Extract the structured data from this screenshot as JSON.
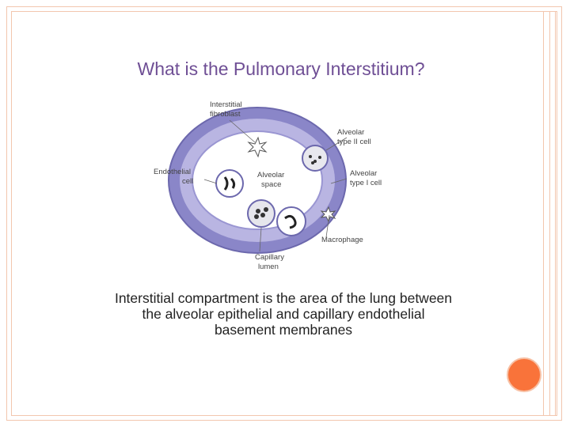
{
  "slide": {
    "title": "What is the Pulmonary Interstitium?",
    "body_lines": [
      "Interstitial compartment is  the area of the lung between",
      "the alveolar epithelial and capillary endothelial",
      "basement membranes"
    ]
  },
  "diagram": {
    "labels": {
      "fibroblast": [
        "Interstitial",
        "fibroblast"
      ],
      "endothelial": [
        "Endothelial",
        "cell"
      ],
      "alveolar_space": [
        "Alveolar",
        "space"
      ],
      "type2": [
        "Alveolar",
        "type II cell"
      ],
      "type1": [
        "Alveolar",
        "type I cell"
      ],
      "macrophage": [
        "Macrophage"
      ],
      "capillary": [
        "Capillary",
        "lumen"
      ]
    }
  },
  "colors": {
    "title": "#6f4f95",
    "border": "#f2c6ae",
    "accent_dot": "#f9733a",
    "tissue": "#8a86c8",
    "tissue_light": "#c7c3ea"
  }
}
